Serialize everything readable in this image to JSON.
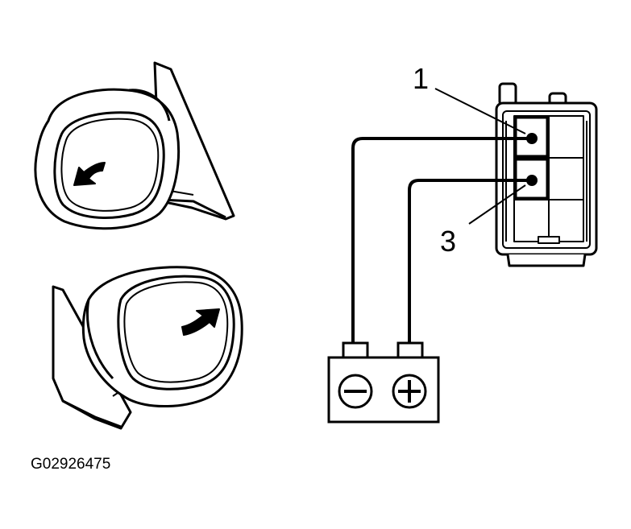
{
  "figure": {
    "id": "G02926475"
  },
  "callouts": {
    "pin_1": "1",
    "pin_3": "3"
  },
  "battery": {
    "negative_terminal": "negative-icon",
    "positive_terminal": "positive-icon"
  },
  "mirrors": {
    "upper_arrow": "arrow-left-icon",
    "lower_arrow": "arrow-right-icon"
  },
  "colors": {
    "ink": "#000000",
    "paper": "#ffffff"
  }
}
